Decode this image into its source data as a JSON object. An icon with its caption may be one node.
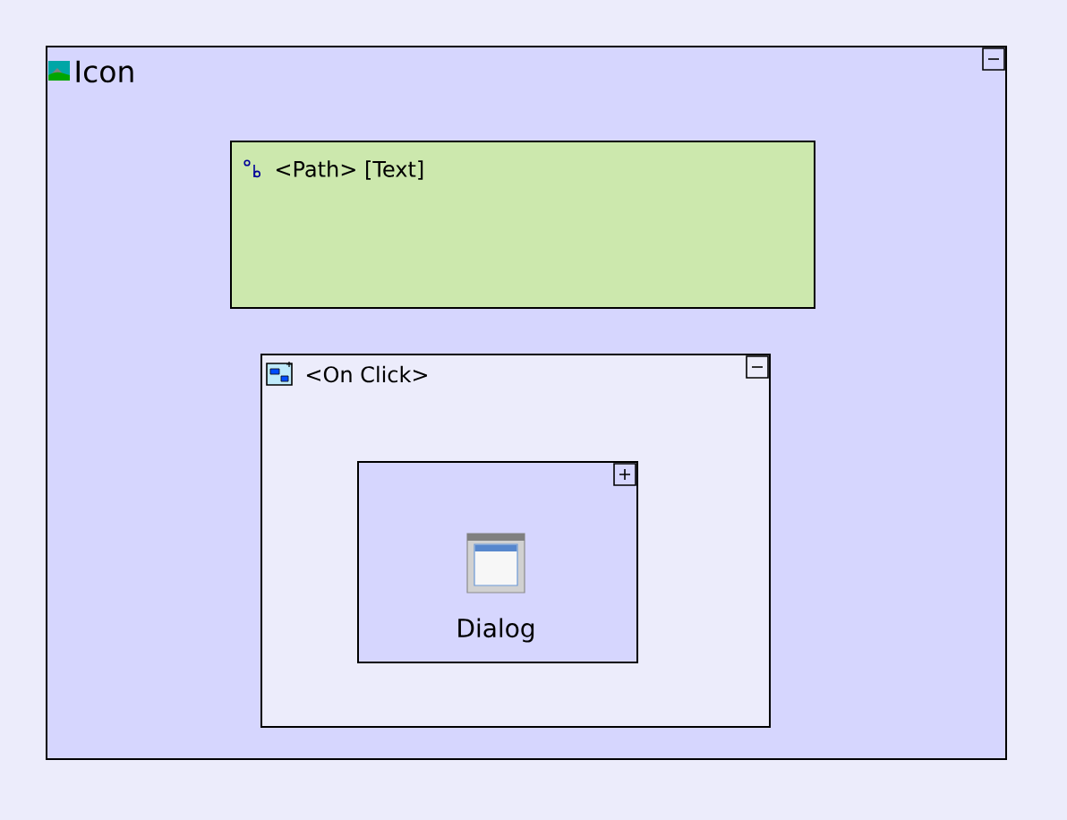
{
  "diagram": {
    "nodes": [
      {
        "text": [
          "Icon"
        ]
      },
      {
        "text": [
          "<Path> [Text]"
        ],
        "in": 0
      },
      {
        "text": [
          "<On Click>"
        ],
        "in": 0
      },
      {
        "text": [
          "Dialog"
        ],
        "in": 2
      }
    ]
  }
}
